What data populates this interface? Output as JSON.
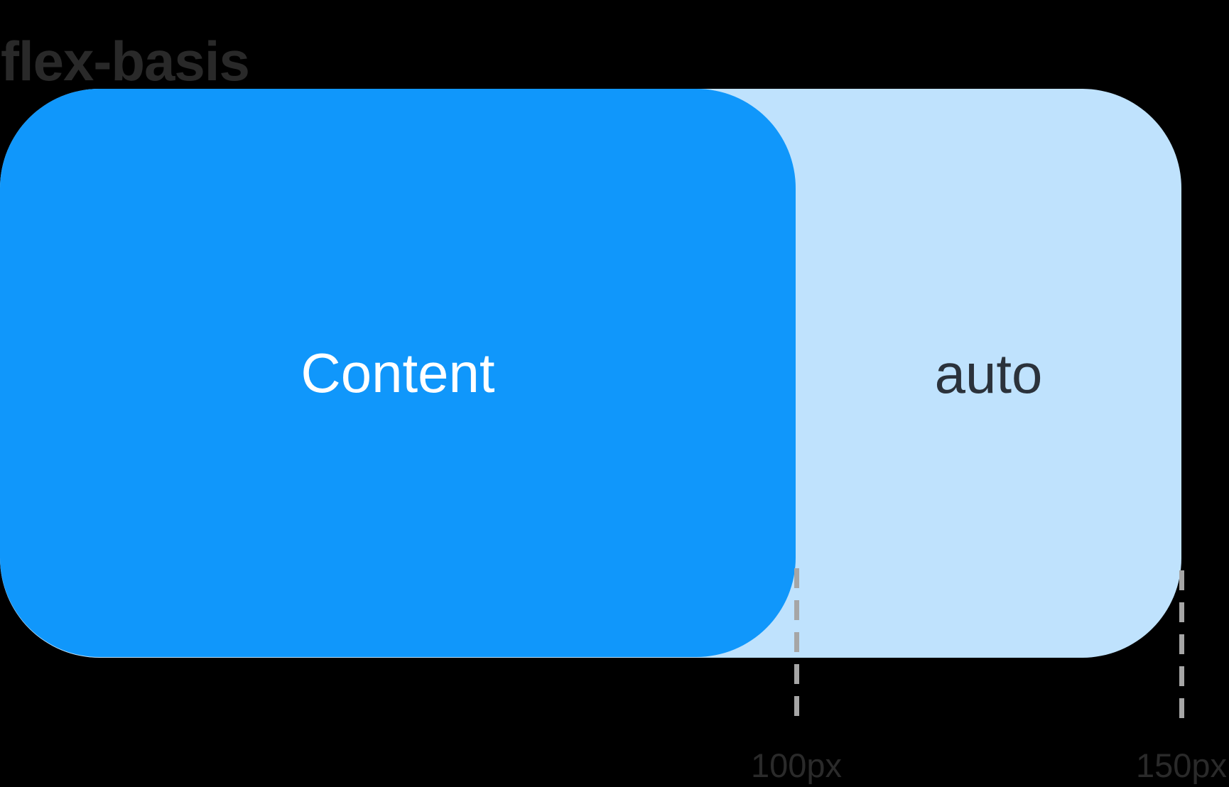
{
  "title": "flex-basis",
  "diagram": {
    "content_box": {
      "label": "Content"
    },
    "auto_box": {
      "label": "auto"
    },
    "markers": [
      {
        "label": "100px"
      },
      {
        "label": "150px"
      }
    ]
  },
  "colors": {
    "background": "#000000",
    "title_text": "#292929",
    "content_box_fill": "#1097fb",
    "content_box_text": "#ffffff",
    "auto_box_fill": "#bfe2fd",
    "auto_box_text": "#2b323b",
    "dash_line": "#a6a6a6",
    "marker_text": "#2a2a2a"
  }
}
